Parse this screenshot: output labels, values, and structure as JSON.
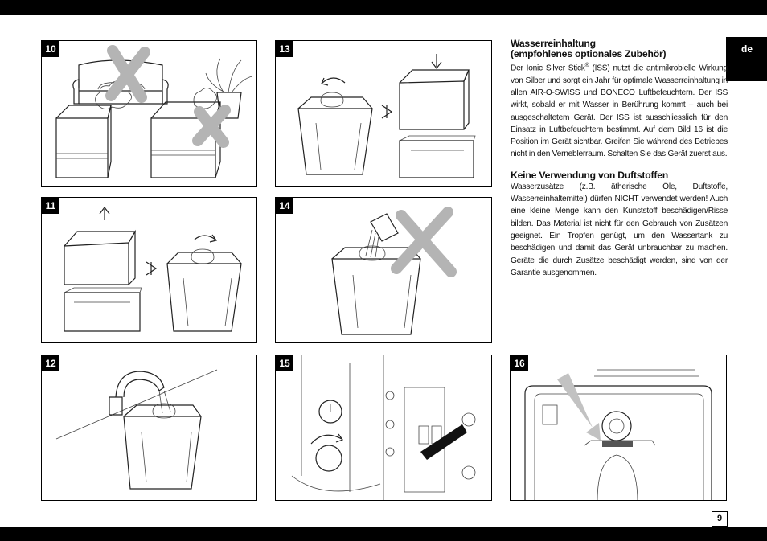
{
  "page": {
    "language_tab": "de",
    "page_number": "9"
  },
  "panels": [
    {
      "number": "10"
    },
    {
      "number": "11"
    },
    {
      "number": "12"
    },
    {
      "number": "13"
    },
    {
      "number": "14"
    },
    {
      "number": "15"
    },
    {
      "number": "16"
    }
  ],
  "sections": [
    {
      "heading_line1": "Wasserreinhaltung",
      "heading_line2": "(empfohlenes optionales Zubehör)",
      "body_lead": "Der Ionic Silver Stick",
      "body_sup": "®",
      "body": " (ISS) nutzt die antimikrobielle Wirkung von Silber und sorgt ein Jahr für optimale Wasserreinhaltung in allen AIR-O-SWISS und BONECO Luftbefeuchtern. Der ISS wirkt, sobald er mit Wasser in Berührung kommt – auch bei ausgeschaltetem Gerät. Der ISS ist ausschliesslich für den Einsatz in Luftbefeuchtern bestimmt. Auf dem Bild 16 ist die Position im Gerät sichtbar. Greifen Sie während des Betriebes nicht in den Verneblerraum. Schalten Sie das Gerät zuerst aus."
    },
    {
      "heading": "Keine Verwendung von Duftstoffen",
      "body": "Wasserzusätze (z.B. ätherische Öle, Duftstoffe, Wasserreinhaltemittel) dürfen NICHT verwendet werden! Auch eine kleine Menge kann den Kunststoff beschädigen/Risse bilden. Das Material ist nicht für den Gebrauch von Zusätzen geeignet. Ein Tropfen genügt, um den Wassertank zu beschädigen und damit das Gerät unbrauchbar zu machen. Geräte die durch Zusätze beschädigt werden, sind von der Garantie ausgenommen."
    }
  ],
  "icons": {
    "cross_mark_color": "#b4b4b4",
    "arrows": [
      "arrow-up-icon",
      "arrow-down-icon",
      "rotate-arrow-icon",
      "move-right-icon"
    ]
  }
}
